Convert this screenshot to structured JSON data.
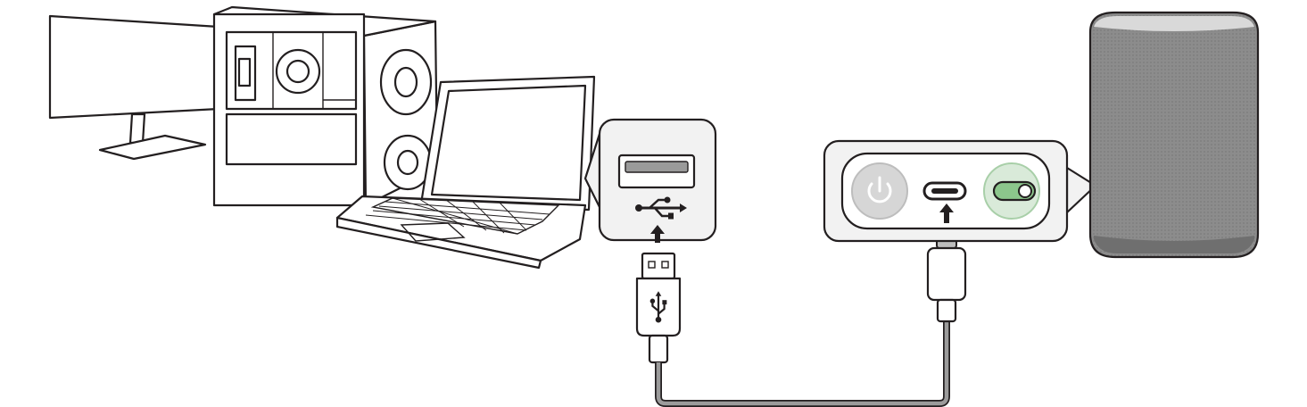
{
  "diagram": {
    "type": "connection-illustration",
    "source_devices": [
      "monitor-icon",
      "desktop-pc-icon",
      "laptop-icon"
    ],
    "target_device": "speaker-icon",
    "host_port": "usb-a-port",
    "device_port": "usb-c-port",
    "cable": "usb-a-to-usb-c-cable",
    "device_controls": [
      "power-icon",
      "toggle-switch"
    ],
    "toggle_state": "on",
    "colors": {
      "outline": "#231f20",
      "panel_fill": "#f2f2f2",
      "cable_gray": "#9b9b9b",
      "speaker_gray": "#8c8c8c",
      "toggle_green": "#8cc68c",
      "power_button_gray": "#d6d6d6"
    }
  }
}
